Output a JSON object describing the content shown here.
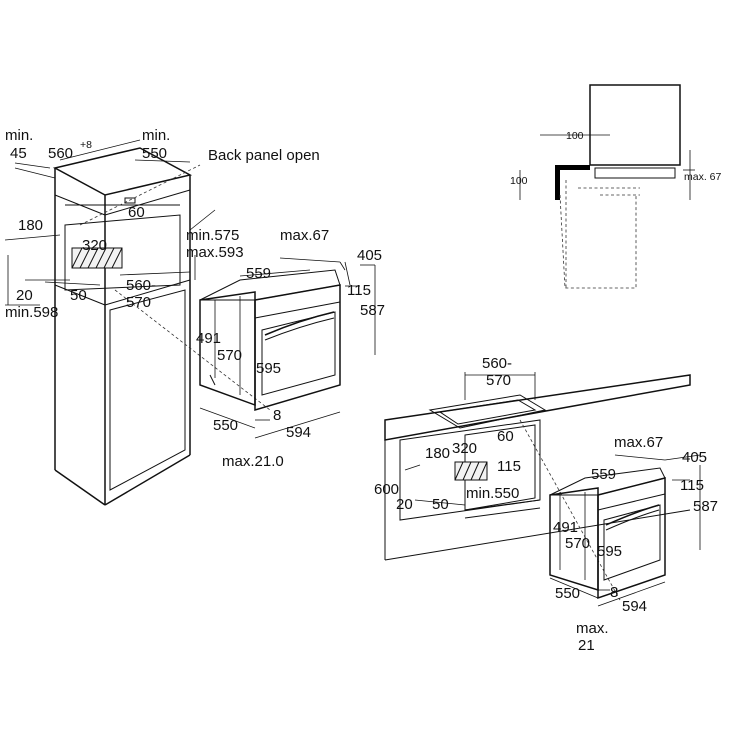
{
  "column_install": {
    "min_45": [
      "min.",
      "45"
    ],
    "width_560_base": "560",
    "width_560_sup": "+8",
    "min_550": [
      "min.",
      "550"
    ],
    "back_panel_open": "Back panel open",
    "d_180": "180",
    "d_60": "60",
    "d_320": "320",
    "min_575": "min.575",
    "max_593": "max.593",
    "d_560_570": [
      "560-",
      "570"
    ],
    "d_20": "20",
    "d_50": "50",
    "min_598": "min.598"
  },
  "oven_top": {
    "max_67": "max.67",
    "d_405": "405",
    "d_559": "559",
    "d_115": "115",
    "d_587": "587",
    "d_491": "491",
    "d_570": "570",
    "d_595": "595",
    "d_550": "550",
    "d_8": "8",
    "d_594": "594",
    "max_21": "max.21.0"
  },
  "detail": {
    "d_100_h": "100",
    "d_100_v": "100",
    "max_67": "max. 67"
  },
  "undercounter_install": {
    "d_560_570": [
      "560-",
      "570"
    ],
    "d_320": "320",
    "d_60": "60",
    "d_180": "180",
    "d_115": "115",
    "d_600": "600",
    "min_550": "min.550",
    "d_20": "20",
    "d_50": "50"
  },
  "oven_bottom": {
    "max_67": "max.67",
    "d_405": "405",
    "d_559": "559",
    "d_115": "115",
    "d_587": "587",
    "d_491": "491",
    "d_570": "570",
    "d_595": "595",
    "d_550": "550",
    "d_8": "8",
    "d_594": "594",
    "max_21": [
      "max.",
      "21"
    ]
  }
}
